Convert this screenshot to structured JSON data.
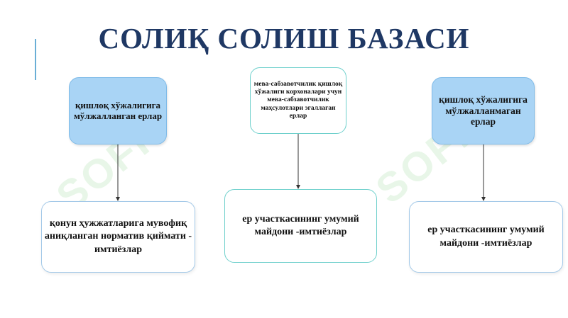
{
  "title": "СОЛИҚ СОЛИШ БАЗАСИ",
  "watermark": "SOFF",
  "colors": {
    "title": "#1f3864",
    "box_blue": "#a9d4f5",
    "accent": "#6aaed6"
  },
  "boxes": {
    "top_left": "қишлоқ хўжалигига мўлжалланган ерлар",
    "top_center": "мева-сабзавотчилик қишлоқ хўжалиги корхоналари учун мева-сабзавотчилик маҳсулотлари эгаллаган ерлар",
    "top_right": "қишлоқ хўжалигига мўлжалланмаган ерлар",
    "bottom_left": "қонун ҳужжатларига мувофиқ аниқланган норматив қиймати - имтиёзлар",
    "bottom_center": "ер участкасининг умумий майдони -имтиёзлар",
    "bottom_right": "ер участкасининг умумий майдони -имтиёзлар"
  }
}
